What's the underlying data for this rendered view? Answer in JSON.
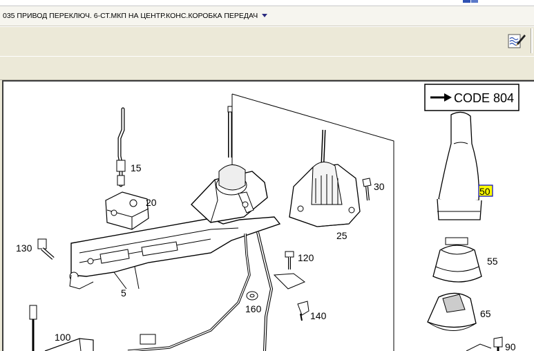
{
  "window": {
    "title": "035 ПРИВОД ПЕРЕКЛЮЧ. 6-СТ.МКП НА ЦЕНТР.КОНС.КОРОБКА ПЕРЕДАЧ"
  },
  "toolbar": {
    "edit_icon": "notepad-pen-icon"
  },
  "diagram": {
    "code_label": "CODE 804",
    "callouts": {
      "p15": "15",
      "p20": "20",
      "p25": "25",
      "p30": "30",
      "p50": "50",
      "p55": "55",
      "p65": "65",
      "p90": "90",
      "p100": "100",
      "p120": "120",
      "p130": "130",
      "p140": "140",
      "p160": "160",
      "p5": "5"
    },
    "highlight_color": "#ffff00",
    "highlight_border": "#0000cc"
  }
}
